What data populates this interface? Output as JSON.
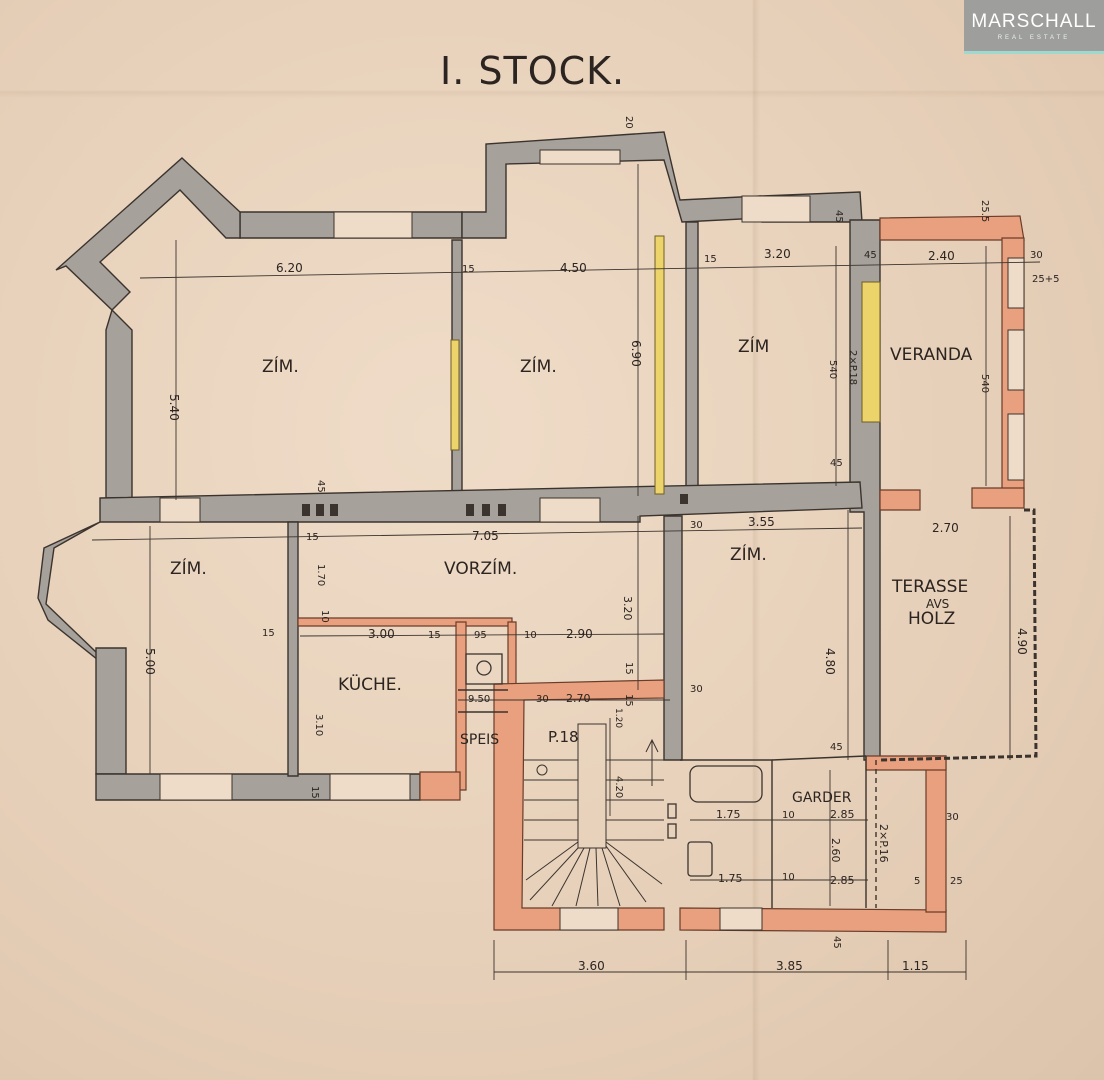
{
  "branding": {
    "logo_name": "MARSCHALL",
    "logo_sub": "REAL ESTATE"
  },
  "title": "I. STOCK.",
  "rooms": {
    "zim_1": "ZÍM.",
    "zim_2": "ZÍM.",
    "zim_3": "ZÍM",
    "veranda": "VERANDA",
    "zim_4": "ZÍM.",
    "vorzim": "VORZÍM.",
    "zim_5": "ZÍM.",
    "terasse": "TERASSE",
    "terasse_2": "AVS",
    "terasse_3": "HOLZ",
    "kueche": "KÜCHE.",
    "speis": "SPEIS",
    "stairs": "P.18",
    "garder": "GARDER"
  },
  "dims": {
    "d620": "6.20",
    "d450": "4.50",
    "d320": "3.20",
    "d240": "2.40",
    "d540a": "5.40",
    "d690": "6.90",
    "d540b": "540",
    "d540c": "540",
    "d705": "7.05",
    "d355": "3.55",
    "d270a": "2.70",
    "d500": "5.00",
    "d170": "1.70",
    "d300": "3.00",
    "d95": "95",
    "d290": "2.90",
    "d320b": "3.20",
    "d480": "4.80",
    "d490": "4.90",
    "d310": "3.10",
    "d950": "9.50",
    "d270b": "2.70",
    "d120": "1.20",
    "d420": "4.20",
    "d175a": "1.75",
    "d175b": "1.75",
    "d285a": "2.85",
    "d285b": "2.85",
    "d260": "2.60",
    "d2p16": "2×P.16",
    "d2p18": "2×P.18",
    "d360": "3.60",
    "d385": "3.85",
    "d115": "1.15",
    "t15a": "15",
    "t15b": "15",
    "t15c": "15",
    "t15d": "15",
    "t15e": "15",
    "t15f": "15",
    "t45a": "45",
    "t45b": "45",
    "t45c": "45",
    "t45d": "45",
    "t45e": "45",
    "t45f": "45",
    "t30a": "30",
    "t30b": "30",
    "t30c": "30",
    "t30d": "30",
    "t30e": "30",
    "t10a": "10",
    "t10b": "10",
    "t10c": "10",
    "t10d": "10",
    "t25a": "25",
    "t25p5": "25+5",
    "t255": "25.5",
    "t5": "5",
    "t20": "20",
    "t15g": "15",
    "t15h": "15"
  }
}
